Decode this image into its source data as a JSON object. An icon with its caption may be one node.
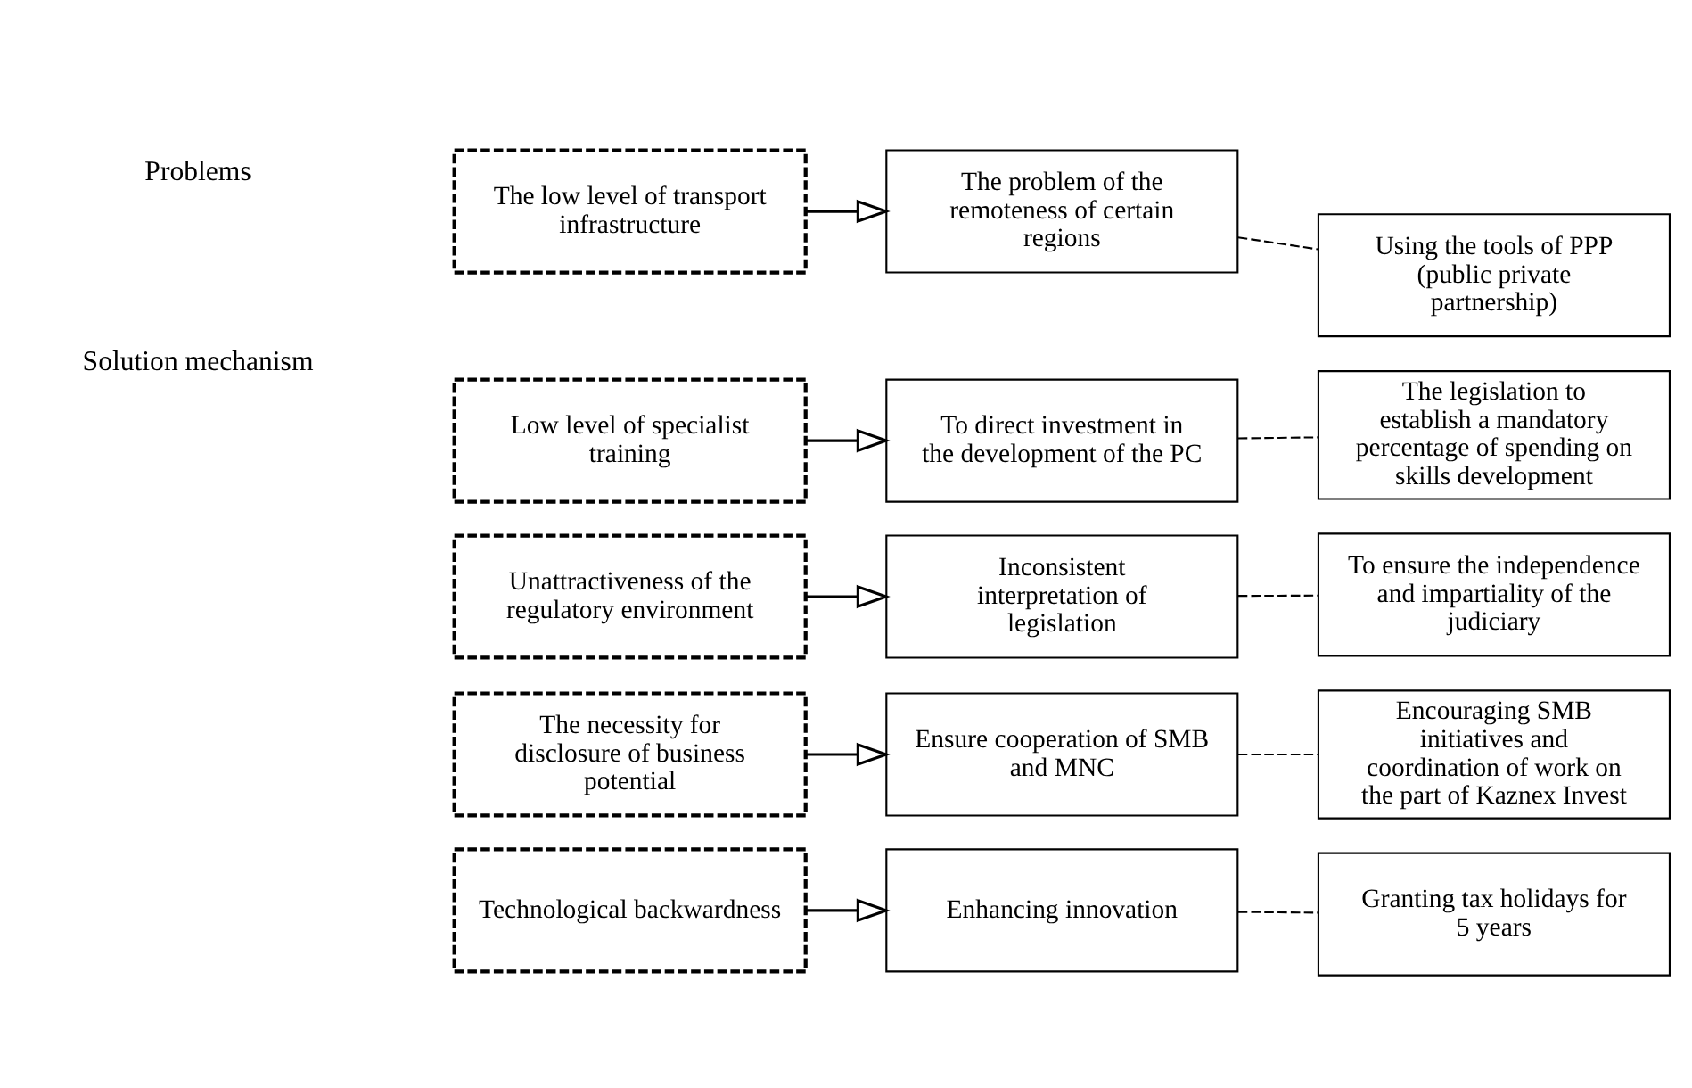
{
  "diagram": {
    "nodes": [
      {
        "text": [
          "The low level of transport infrastructure"
        ]
      },
      {
        "text": [
          "Low level of specialist training"
        ]
      },
      {
        "text": [
          "Unattractiveness of the regulatory environment"
        ]
      },
      {
        "text": [
          "The necessity for disclosure of business potential"
        ]
      },
      {
        "text": [
          "Technological backwardness"
        ]
      },
      {
        "text": [
          "The problem of the remoteness of certain regions"
        ]
      },
      {
        "text": [
          "To direct investment in the development of the PC"
        ]
      },
      {
        "text": [
          "Inconsistent interpretation of legislation"
        ]
      },
      {
        "text": [
          "Ensure cooperation of SMB and MNC"
        ]
      },
      {
        "text": [
          "Enhancing innovation"
        ]
      },
      {
        "text": [
          "Using the tools of PPP (public private partnership)"
        ]
      },
      {
        "text": [
          "The legislation to establish a mandatory percentage of spending on skills development"
        ]
      },
      {
        "text": [
          "To ensure the independence and impartiality of the judiciary"
        ]
      },
      {
        "text": [
          "Encouraging SMB initiatives and coordination of work on the part of Kaznex Invest"
        ]
      },
      {
        "text": [
          "Granting tax holidays for 5 years"
        ]
      }
    ],
    "edges": [
      {
        "from": 0,
        "to": 5,
        "arrow": "to"
      },
      {
        "from": 1,
        "to": 6,
        "arrow": "to"
      },
      {
        "from": 2,
        "to": 7,
        "arrow": "to"
      },
      {
        "from": 3,
        "to": 8,
        "arrow": "to"
      },
      {
        "from": 4,
        "to": 9,
        "arrow": "to"
      },
      {
        "from": 5,
        "to": 10,
        "arrow": "none",
        "style": "dashed"
      },
      {
        "from": 6,
        "to": 11,
        "arrow": "none",
        "style": "dashed"
      },
      {
        "from": 7,
        "to": 12,
        "arrow": "none",
        "style": "dashed"
      },
      {
        "from": 8,
        "to": 13,
        "arrow": "none",
        "style": "dashed"
      },
      {
        "from": 9,
        "to": 14,
        "arrow": "none",
        "style": "dashed"
      }
    ],
    "labels": [
      "Problems",
      "Solution mechanism"
    ]
  }
}
